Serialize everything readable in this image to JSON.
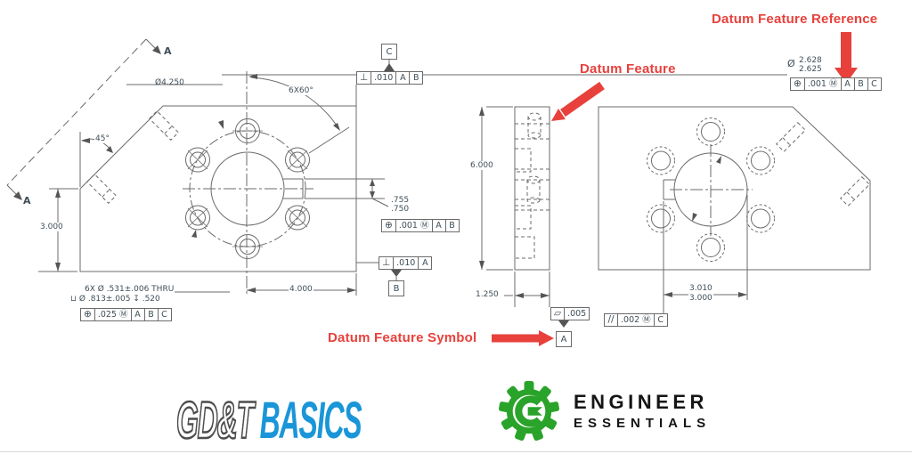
{
  "colors": {
    "red": "#e8413c",
    "blue": "#1a96d8",
    "green": "#29a329",
    "line": "#6b6b6b",
    "text": "#3f4e58"
  },
  "section": {
    "label": "A"
  },
  "datum_flags": {
    "a": "A",
    "b": "B",
    "c": "C"
  },
  "left_view": {
    "dims": {
      "bolt_circle": "Ø4.250",
      "pattern_angle": "6X60°",
      "chamfer_angle": "45°",
      "height": "3.000",
      "width": "4.000",
      "keyway_upper": ".755",
      "keyway_lower": ".750"
    },
    "hole_callout": {
      "line1": "6X Ø .531±.006 THRU",
      "line2": "⊔ Ø .813±.005  ↧ .520"
    },
    "fcf_perp_c": [
      "⊥",
      ".010",
      "A",
      "B"
    ],
    "fcf_pos_keyway": [
      "⊕",
      ".001 Ⓜ",
      "A",
      "B"
    ],
    "fcf_perp_b": [
      "⊥",
      ".010",
      "A"
    ],
    "fcf_pos_holes": [
      "⊕",
      ".025 Ⓜ",
      "A",
      "B",
      "C"
    ]
  },
  "side_view": {
    "dims": {
      "height": "6.000",
      "width": "1.250"
    },
    "fcf_flatness": [
      "▱",
      ".005"
    ]
  },
  "right_view": {
    "dims": {
      "bore_prefix": "Ø",
      "bore_upper": "2.628",
      "bore_lower": "2.625",
      "slot_upper": "3.010",
      "slot_lower": "3.000"
    },
    "fcf_pos_bore": [
      "⊕",
      ".001 Ⓜ",
      "A",
      "B",
      "C"
    ],
    "fcf_parallel": [
      "//",
      ".002 Ⓜ",
      "C"
    ]
  },
  "annotations": {
    "reference": "Datum Feature Reference",
    "feature": "Datum Feature",
    "symbol": "Datum Feature Symbol"
  },
  "logos": {
    "gdt": {
      "part1": "GD&T",
      "part2": "BASICS"
    },
    "engineer_essentials": {
      "line1": "ENGINEER",
      "line2": "ESSENTIALS"
    }
  }
}
